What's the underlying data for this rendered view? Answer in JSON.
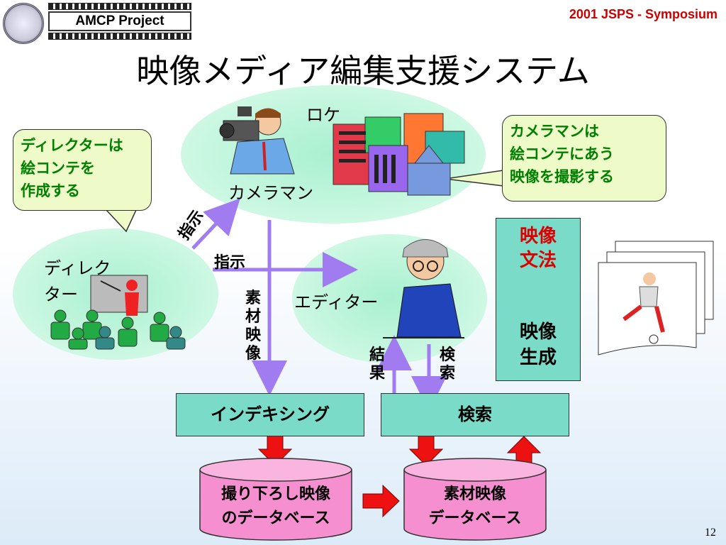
{
  "header": {
    "logo_text": "AMCP Project",
    "symposium": "2001 JSPS - Symposium"
  },
  "title": "映像メディア編集支援システム",
  "labels": {
    "location": "ロケ",
    "cameraman": "カメラマン",
    "director_l1": "ディレク",
    "director_l2": "ター",
    "editor": "エディター",
    "instruct_diag": "指示",
    "instruct_h": "指示",
    "material_video": [
      "素",
      "材",
      "映",
      "像"
    ],
    "result": [
      "結",
      "果"
    ],
    "search_v": [
      "検",
      "索"
    ]
  },
  "callouts": {
    "director": [
      "ディレクターは",
      "絵コンテを",
      "作成する"
    ],
    "cameraman": [
      "カメラマンは",
      "絵コンテにあう",
      "映像を撮影する"
    ]
  },
  "boxes": {
    "indexing": "インデキシング",
    "search": "検索"
  },
  "grammar": {
    "top": [
      "映像",
      "文法"
    ],
    "bottom": [
      "映像",
      "生成"
    ]
  },
  "databases": {
    "raw": [
      "撮り下ろし映像",
      "のデータベース"
    ],
    "material": [
      "素材映像",
      "データベース"
    ]
  },
  "page_number": "12",
  "colors": {
    "accent_red": "#dd0000",
    "arrow_purple": "#a07cf0",
    "box_teal": "#7adbc8",
    "db_pink": "#f58fcf"
  }
}
